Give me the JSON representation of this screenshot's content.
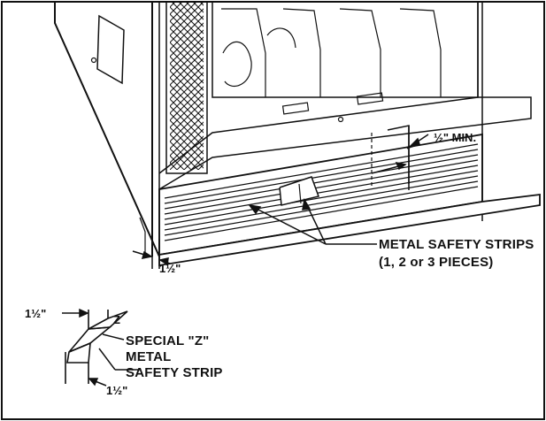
{
  "labels": {
    "min_gap": "½\" MIN.",
    "strips_line1": "METAL SAFETY STRIPS",
    "strips_line2": "(1, 2 or 3 PIECES)",
    "corner_offset": "1½\"",
    "z_top_dim": "1½\"",
    "z_bottom_dim": "1½\"",
    "z_marker": "Z",
    "z_line1": "SPECIAL \"Z\"",
    "z_line2": "METAL",
    "z_line3": "SAFETY STRIP"
  },
  "colors": {
    "ink": "#111111",
    "paper": "#ffffff"
  }
}
